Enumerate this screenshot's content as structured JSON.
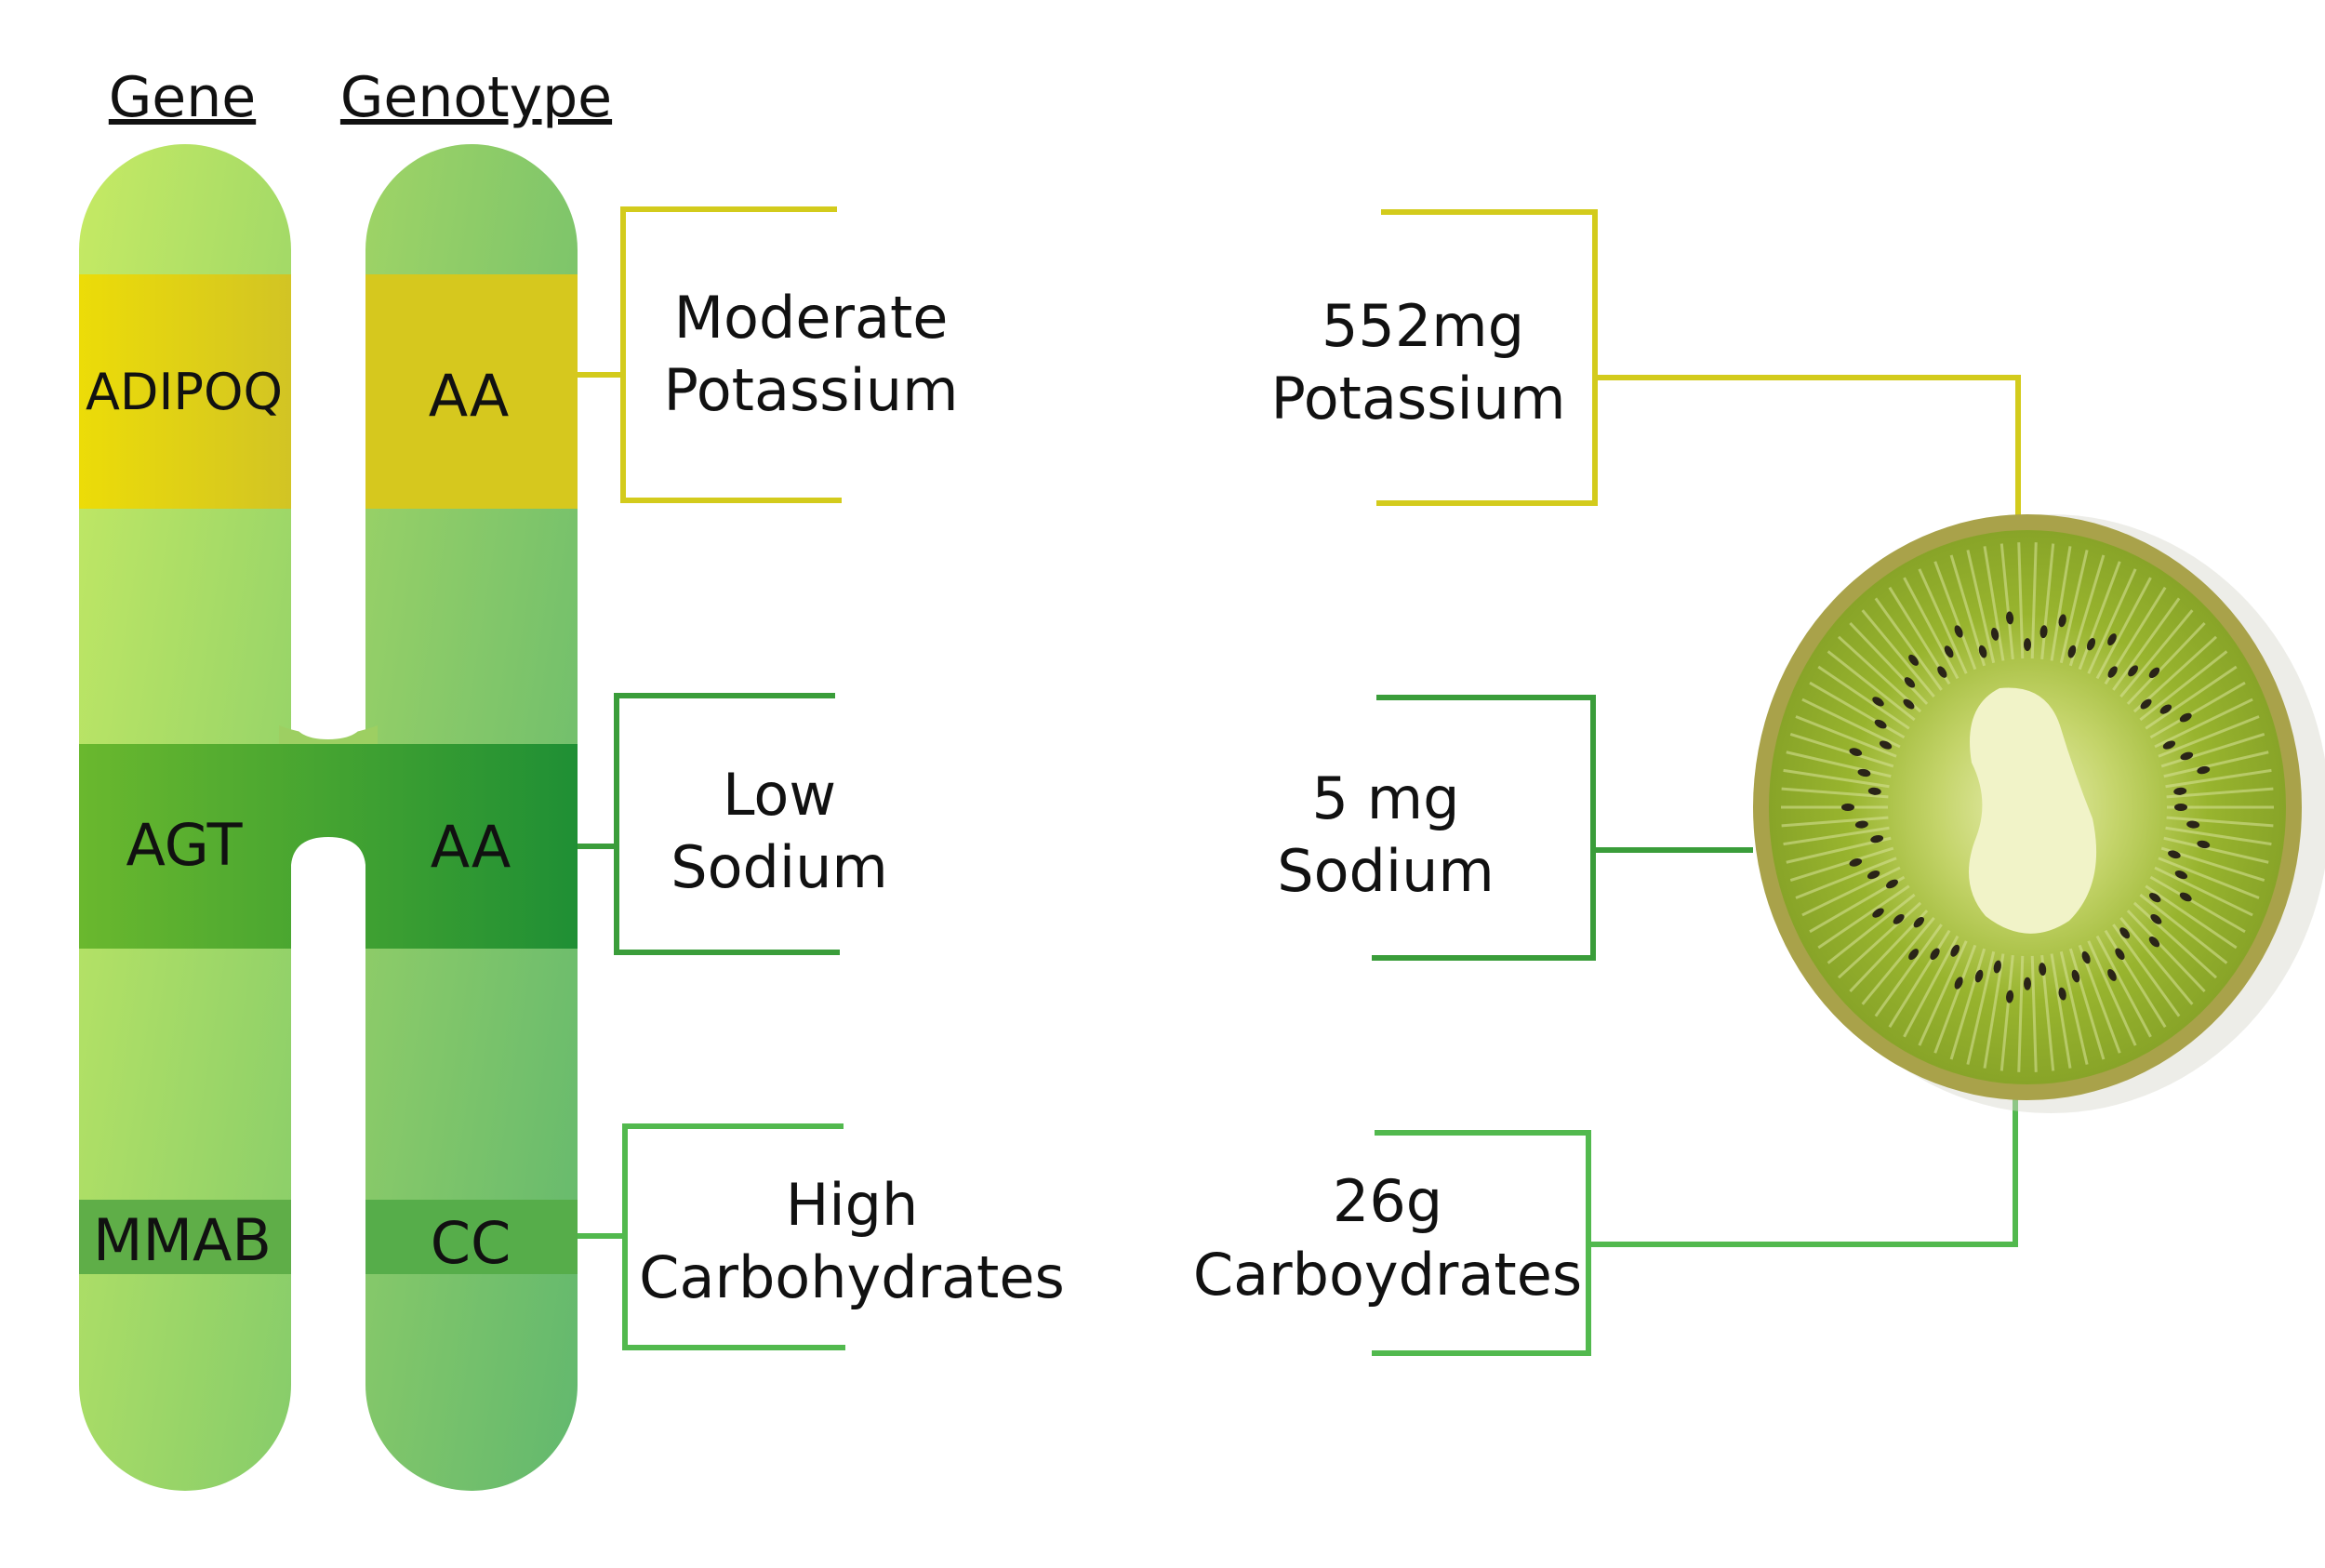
{
  "headers": {
    "gene": "Gene",
    "genotype": "Genotype"
  },
  "rows": [
    {
      "gene": "ADIPOQ",
      "genotype": "AA",
      "recommendation": {
        "line1": "Moderate",
        "line2": "Potassium"
      },
      "food_value": {
        "line1": "552mg",
        "line2": "Potassium"
      },
      "color": "#d4cc1e",
      "band_color": "#e3d412"
    },
    {
      "gene": "AGT",
      "genotype": "AA",
      "recommendation": {
        "line1": "Low",
        "line2": "Sodium"
      },
      "food_value": {
        "line1": "5 mg",
        "line2": "Sodium"
      },
      "color": "#3a9e3a",
      "band_color": "#2e9a2e"
    },
    {
      "gene": "MMAB",
      "genotype": "CC",
      "recommendation": {
        "line1": "High",
        "line2": "Carbohydrates"
      },
      "food_value": {
        "line1": "26g",
        "line2": "Carboydrates"
      },
      "color": "#4db84d",
      "band_color": "#52b04a"
    }
  ],
  "colors": {
    "chromosome_light": "#c4e764",
    "chromosome_dark": "#68bb6c",
    "kiwi_skin": "#a9a54a",
    "kiwi_flesh": "#8fae2a",
    "kiwi_core": "#f0f0c0",
    "seed": "#2a2418"
  }
}
